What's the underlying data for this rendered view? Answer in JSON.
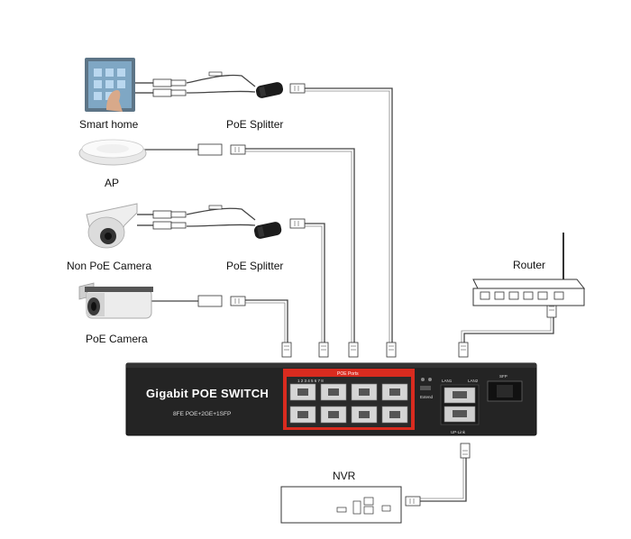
{
  "devices": {
    "smart_home": "Smart home",
    "poe_splitter_top": "PoE Splitter",
    "ap": "AP",
    "non_poe_camera": "Non PoE Camera",
    "poe_splitter_bottom": "PoE Splitter",
    "poe_camera": "PoE Camera",
    "router": "Router",
    "nvr": "NVR"
  },
  "switch": {
    "title": "Gigabit POE SWITCH",
    "subtitle": "8FE POE+2GE+1SFP",
    "poe_ports_label": "POE Ports",
    "port_numbers": "1  2   3  4   5  6   7  8",
    "lan1_label": "LAN1",
    "lan2_label": "LAN2",
    "sfp_label": "SFP",
    "uplink_label": "UP-Link",
    "mode_label": "Extend"
  }
}
